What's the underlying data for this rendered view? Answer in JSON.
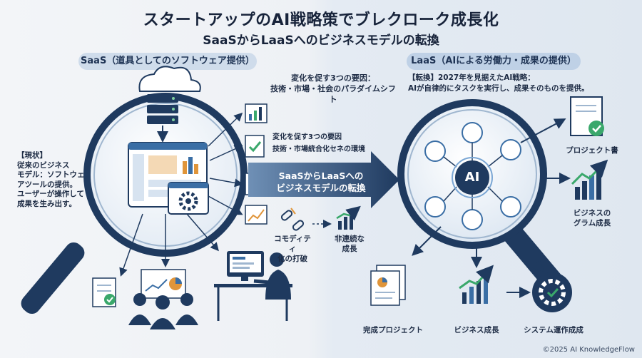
{
  "title": "スタートアップのAI戦略策でブレクローク成長化",
  "subtitle": "SaaSからLaaSへのビジネスモデルの転換",
  "saas_pill": "SaaS（道具としてのソフトウェア提供）",
  "laas_pill": "LaaS（AIによる労働力・成果の提供）",
  "factors_top": {
    "line1": "変化を促す3つの要因：",
    "line2": "技術・市場・社会のパラダイムシフト"
  },
  "factors_mid": {
    "line1": "変化を促す3つの要因",
    "line2": "技術・市場統合化セネの環境"
  },
  "current": {
    "line1": "【現状】",
    "line2": "従来のビジネス",
    "line3": "モデル：ソフトウェ",
    "line4": "アツールの提供。",
    "line5": "ユーザーが操作して",
    "line6": "成果を生み出す。"
  },
  "transform": {
    "line1": "【転換】2027年を見据えたAI戦略：",
    "line2": "AIが自律的にタスクを実行し、成果そのものを提供。"
  },
  "big_arrow": {
    "line1": "SaaSからLaaSへの",
    "line2": "ビジネスモデルの転換"
  },
  "commodity": {
    "line1": "コモディティ",
    "line2": "化の打破"
  },
  "nonlinear": {
    "line1": "非連続な",
    "line2": "成長"
  },
  "ai_label": "AI",
  "right_labels": {
    "project_doc": "プロジェクト書",
    "growth": {
      "line1": "ビジネスの",
      "line2": "グラム成長"
    },
    "complete": "完成プロジェクト",
    "biz_growth": "ビジネス成長",
    "system": "システム運作成成"
  },
  "footer": "©2025 AI KnowledgeFlow",
  "colors": {
    "navy": "#1f3a5f",
    "blue": "#3a6ea5",
    "green": "#3aa86b",
    "orange": "#e0953a",
    "light": "#d7e3f0"
  }
}
